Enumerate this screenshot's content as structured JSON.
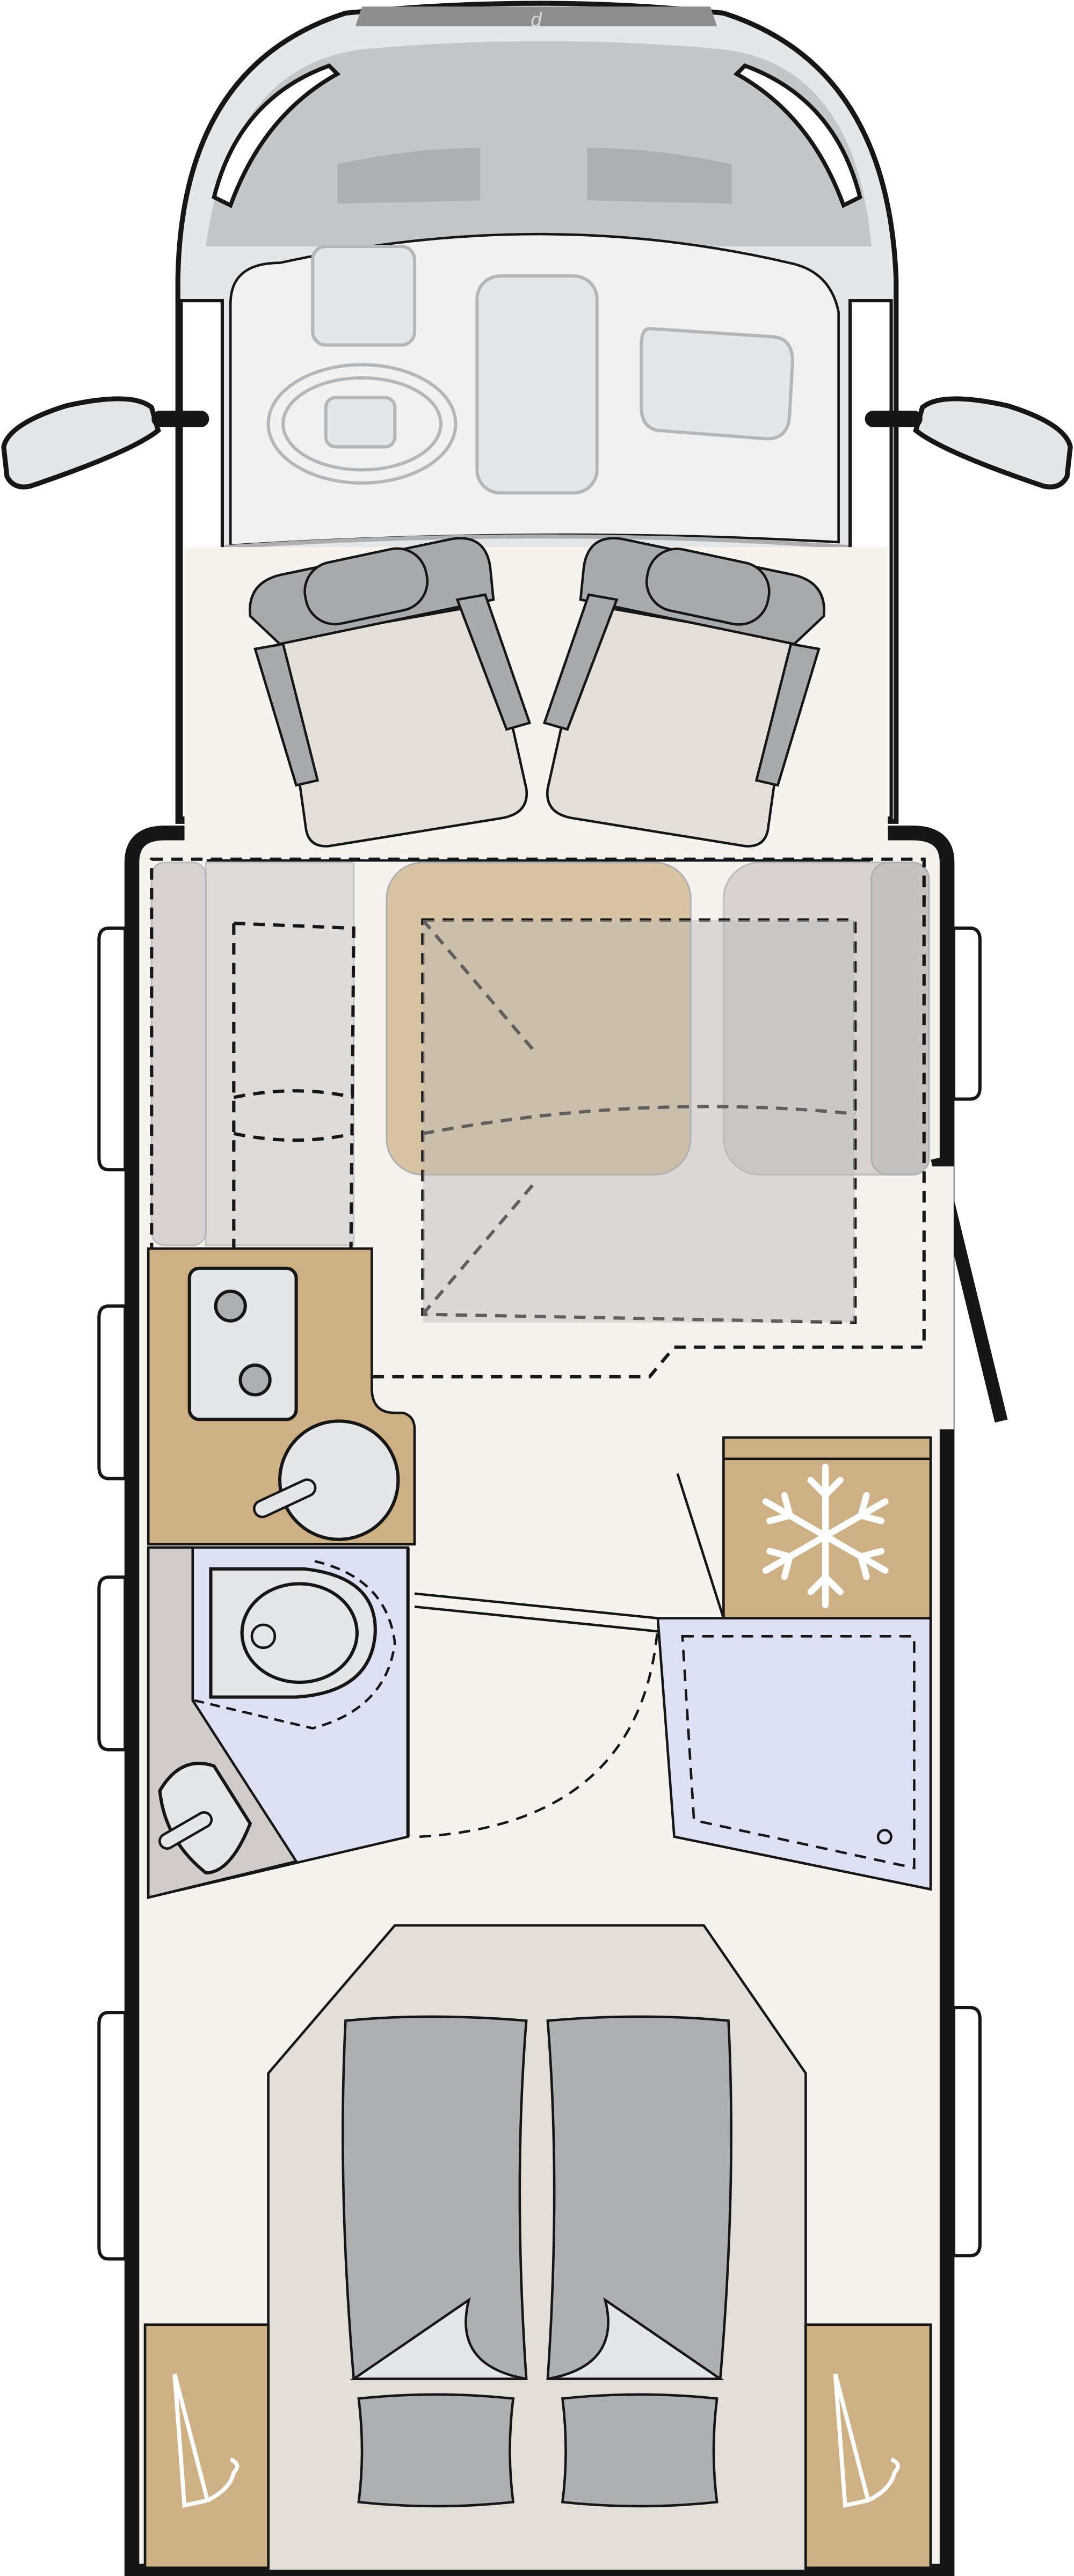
{
  "diagram": {
    "type": "motorhome-floor-plan",
    "logo_text": "d",
    "colors": {
      "wall": "#161616",
      "floor": "#f6f3ee",
      "cab_gray": "#e5e6e8",
      "cab_floor": "#f1f1f2",
      "dash_gray": "#c5c6c8",
      "seat_frame": "#a9aaac",
      "seat_cushion": "#e4dfd8",
      "wood": "#cdb083",
      "bath": "#dde1f3",
      "bed": "#e3ded8",
      "mattress": "#aeafb1",
      "dinette": "#d1ccca",
      "window": "#ffffff"
    },
    "zones": [
      "cab",
      "swivel-seats",
      "dinette",
      "kitchen",
      "bathroom",
      "fridge",
      "shower",
      "bedroom",
      "wardrobes"
    ]
  }
}
